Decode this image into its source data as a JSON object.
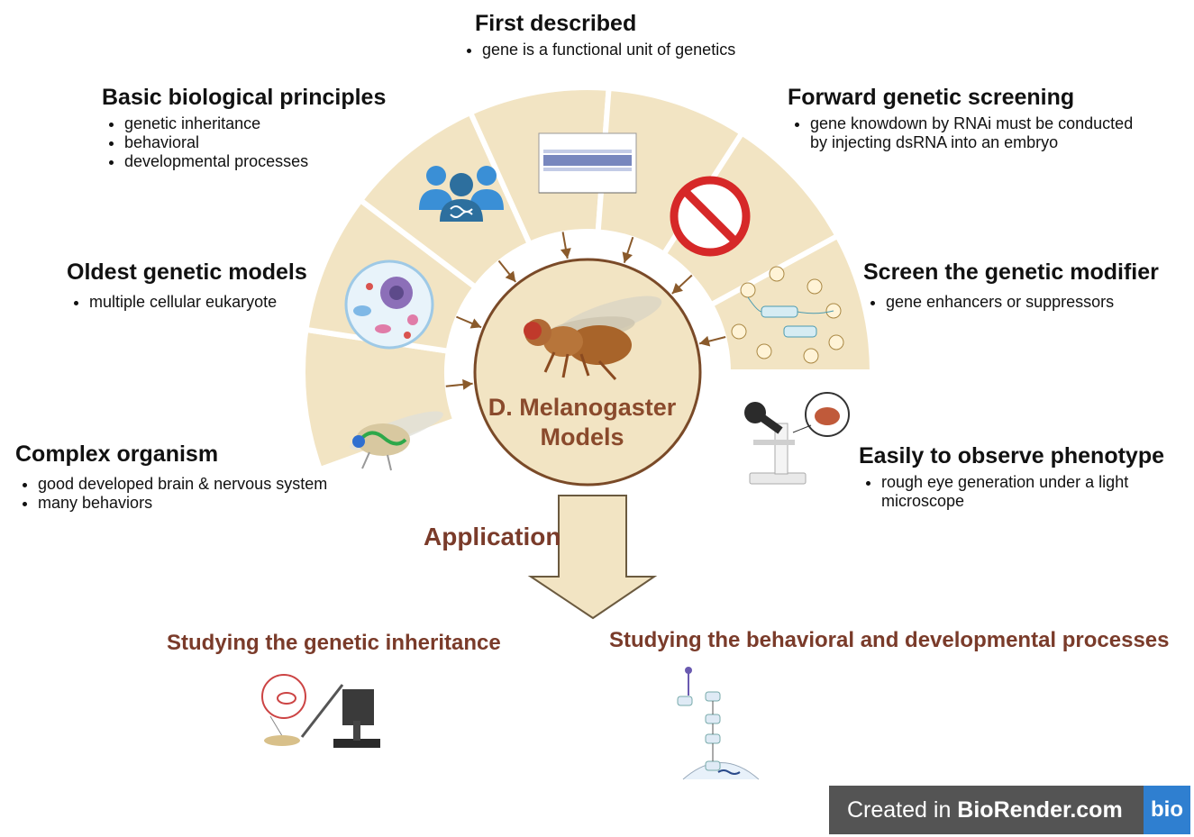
{
  "center": {
    "line1": "D. Melanogaster",
    "line2": "Models"
  },
  "application_label": "Application",
  "sections": {
    "first_described": {
      "heading": "First described",
      "bullets": [
        "gene is a functional unit of genetics"
      ]
    },
    "basic_principles": {
      "heading": "Basic biological principles",
      "bullets": [
        "genetic inheritance",
        "behavioral",
        "developmental processes"
      ]
    },
    "forward_screening": {
      "heading": "Forward genetic screening",
      "bullets": [
        "gene knowdown by RNAi must be  conducted",
        "by injecting dsRNA into an embryo"
      ]
    },
    "oldest_models": {
      "heading": "Oldest genetic models",
      "bullets": [
        "multiple cellular eukaryote"
      ]
    },
    "modifier_screen": {
      "heading": "Screen the genetic modifier",
      "bullets": [
        "gene enhancers or suppressors"
      ]
    },
    "complex_organism": {
      "heading": "Complex organism",
      "bullets": [
        "good developed brain & nervous system",
        "many behaviors"
      ]
    },
    "phenotype": {
      "heading": "Easily to observe phenotype",
      "bullets": [
        "rough eye generation under a light",
        "microscope"
      ]
    }
  },
  "applications": {
    "left": "Studying the genetic inheritance",
    "right": "Studying the behavioral and developmental processes"
  },
  "footer": {
    "created_in": "Created in ",
    "brand": "BioRender.com",
    "logo": "bio"
  },
  "colors": {
    "segment": "#f2e4c3",
    "segment_stroke": "#ffffff",
    "arrow": "#8a5a2b",
    "circle": "#f2e4c3",
    "circle_stroke": "#7a4a28",
    "accent_text": "#7a3b2a"
  },
  "icons": [
    "people-dna-icon",
    "gel-plot-icon",
    "prohibited-icon",
    "cell-icon",
    "gene-network-icon",
    "fly-anatomy-icon",
    "microscope-icon",
    "fruit-fly-icon",
    "injection-rig-icon",
    "signaling-pathway-icon"
  ]
}
